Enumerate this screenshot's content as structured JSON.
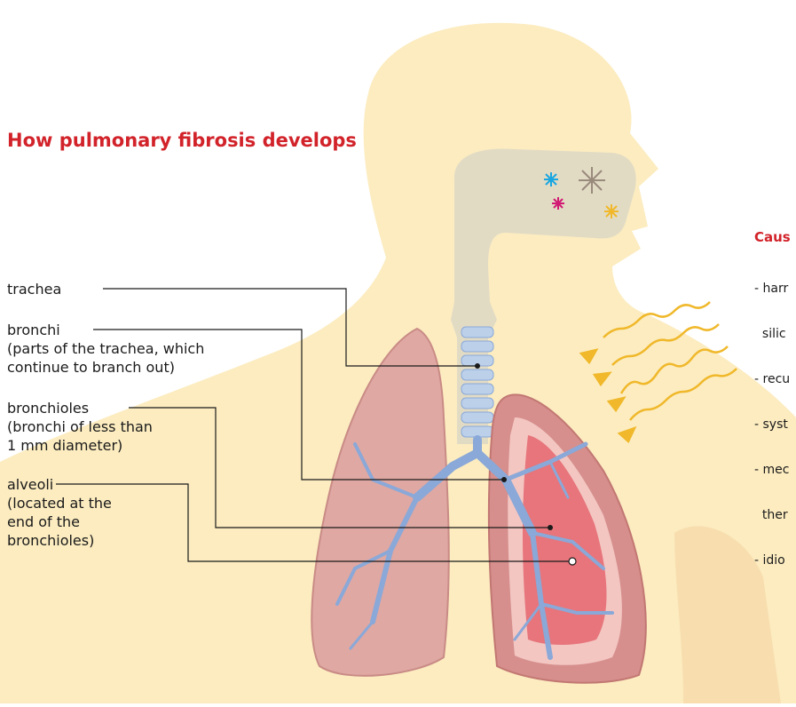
{
  "title": "How pulmonary fibrosis develops",
  "labels": {
    "trachea": "trachea",
    "bronchi": "bronchi",
    "bronchi_desc_1": "(parts of the trachea, which",
    "bronchi_desc_2": "continue to branch out)",
    "bronchioles": "bronchioles",
    "bronchioles_desc_1": "(bronchi of less than",
    "bronchioles_desc_2": "1 mm diameter)",
    "alveoli": "alveoli",
    "alveoli_desc_1": "(located at the",
    "alveoli_desc_2": "end of the",
    "alveoli_desc_3": "bronchioles)"
  },
  "causes": {
    "title": "Caus",
    "items": [
      "- harr",
      "  silic",
      "- recu",
      "- syst",
      "- mec",
      "  ther",
      "- idio"
    ]
  },
  "colors": {
    "title_red": "#d2232a",
    "skin": "#fcecc0",
    "airway": "#e2dbc4",
    "lung": "#d9a3a0",
    "bronchi_blue": "#8aa8d8",
    "wave": "#f0b82a"
  }
}
